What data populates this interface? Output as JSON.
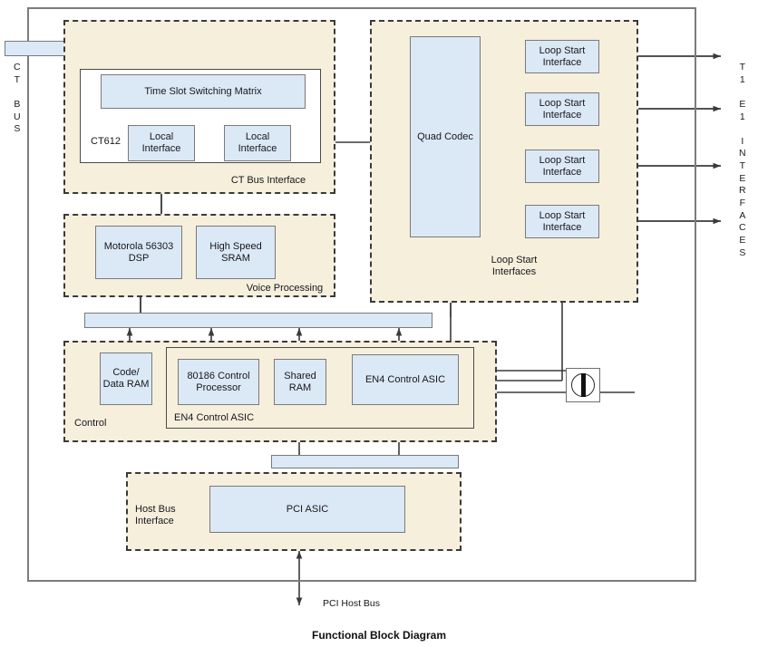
{
  "diagram": {
    "caption": "Functional Block Diagram",
    "edge_labels": {
      "left_bus": "C\nT\n\nB\nU\nS",
      "right_interfaces": "T\n1\n\nE\n1\n\nI\nN\nT\nE\nR\nF\nA\nC\nE\nS"
    },
    "bottom_note": "PCI Host Bus",
    "colors": {
      "block_fill": "#dbe8f6",
      "block_stroke": "#7a7a7a",
      "group_fill": "#f6efdc",
      "group_stroke": "#3a3a3a",
      "frame_stroke": "#7c7c7c",
      "line": "#3b3b3b",
      "text": "#17171c"
    },
    "groups": [
      {
        "id": "ct-bus-interface",
        "label": "CT Bus Interface"
      },
      {
        "id": "loop-start-interfaces",
        "label": "Loop Start\nInterfaces"
      },
      {
        "id": "voice-processing",
        "label": "Voice Processing"
      },
      {
        "id": "control",
        "label": "Control"
      },
      {
        "id": "host-bus-interface",
        "label": "Host Bus\nInterface"
      }
    ],
    "sub_chips": [
      {
        "id": "ct612",
        "label": "CT612"
      },
      {
        "id": "en4-control-asic",
        "label": "EN4 Control ASIC"
      }
    ],
    "blocks": [
      {
        "id": "time-slot-switching-matrix",
        "label": "Time Slot Switching Matrix"
      },
      {
        "id": "local-interface-a",
        "label": "Local\nInterface"
      },
      {
        "id": "local-interface-b",
        "label": "Local\nInterface"
      },
      {
        "id": "quad-codec",
        "label": "Quad\nCodec"
      },
      {
        "id": "loop-start-interface-1",
        "label": "Loop Start\nInterface"
      },
      {
        "id": "loop-start-interface-2",
        "label": "Loop Start\nInterface"
      },
      {
        "id": "loop-start-interface-3",
        "label": "Loop Start\nInterface"
      },
      {
        "id": "loop-start-interface-4",
        "label": "Loop Start\nInterface"
      },
      {
        "id": "motorola-dsp",
        "label": "Motorola\n56303\nDSP"
      },
      {
        "id": "high-speed-sram",
        "label": "High\nSpeed\nSRAM"
      },
      {
        "id": "code-data-ram",
        "label": "Code/\nData\nRAM"
      },
      {
        "id": "control-processor-80186",
        "label": "80186\nControl\nProcessor"
      },
      {
        "id": "shared-ram",
        "label": "Shared\nRAM"
      },
      {
        "id": "en4-control-asic-block",
        "label": "EN4\nControl\nASIC"
      },
      {
        "id": "pci-asic",
        "label": "PCI ASIC"
      }
    ],
    "buses": [
      {
        "id": "ct-bus-bar",
        "label": ""
      },
      {
        "id": "internal-bus-bar",
        "label": ""
      },
      {
        "id": "pci-bus-bar",
        "label": ""
      }
    ],
    "icons": [
      {
        "id": "ct-bus-diamond-connector",
        "name": "diamond-connector-icon"
      },
      {
        "id": "telephone-jack",
        "name": "jack-connector-icon"
      }
    ]
  }
}
